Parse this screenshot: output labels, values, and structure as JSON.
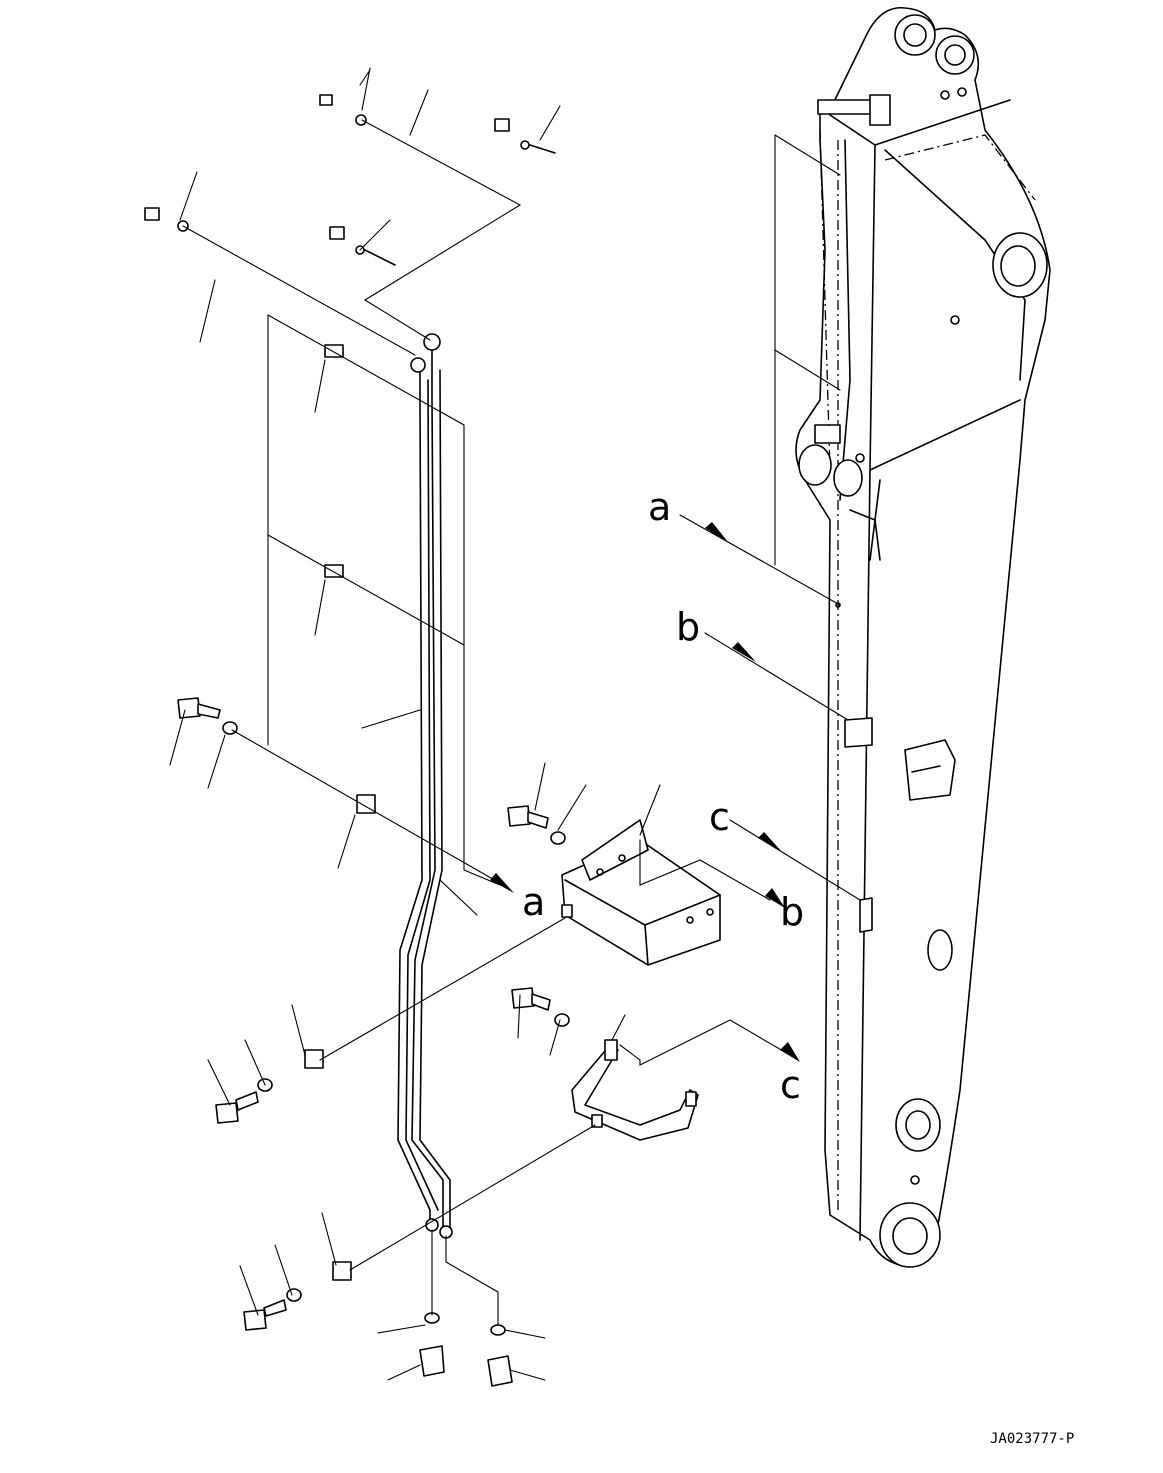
{
  "drawing": {
    "code": "JA023777-P",
    "ref_labels": {
      "a": "a",
      "b": "b",
      "c": "c"
    }
  }
}
